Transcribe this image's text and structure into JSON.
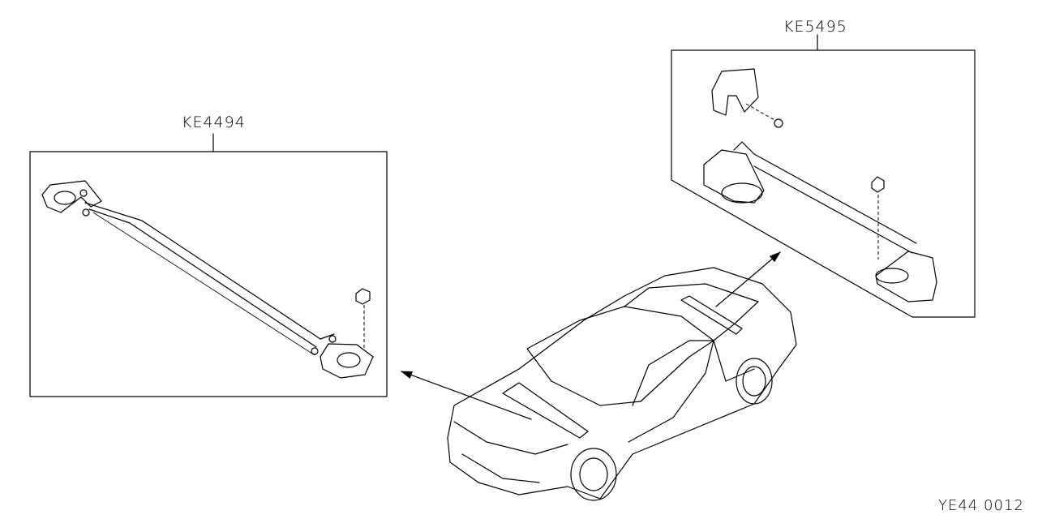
{
  "diagram": {
    "parts": [
      {
        "code": "KE4494",
        "description_visible": false
      },
      {
        "code": "KE5495",
        "description_visible": false
      }
    ],
    "reference": "YE44 0012"
  }
}
